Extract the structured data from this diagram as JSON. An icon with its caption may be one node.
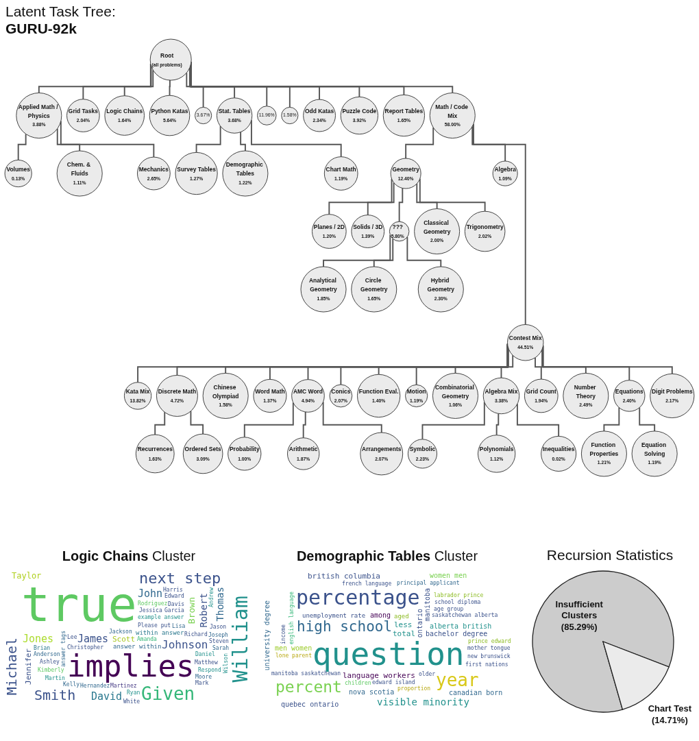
{
  "diagram": {
    "title": "Latent Task Tree: **GURU-92k**",
    "nodes": [
      {
        "text": [
          "Root",
          "(all problems)"
        ]
      },
      {
        "text": [
          "Applied Math / Physics",
          "3.88%"
        ]
      },
      {
        "text": [
          "Grid Tasks",
          "2.04%"
        ]
      },
      {
        "text": [
          "Logic Chains",
          "1.64%"
        ]
      },
      {
        "text": [
          "Python Katas",
          "5.64%"
        ]
      },
      {
        "text": [
          "3.67%"
        ]
      },
      {
        "text": [
          "Math / Code Mix",
          "58.00%"
        ]
      },
      {
        "text": [
          "11.96%"
        ]
      },
      {
        "text": [
          "1.58%"
        ]
      },
      {
        "text": [
          "Odd Katas",
          "2.34%"
        ]
      },
      {
        "text": [
          "Puzzle Code",
          "3.92%"
        ]
      },
      {
        "text": [
          "Report Tables",
          "1.65%"
        ]
      },
      {
        "text": [
          "Stat. Tables",
          "3.68%"
        ]
      },
      {
        "text": [
          "Volumes",
          "0.13%"
        ]
      },
      {
        "text": [
          "Chem. & Fluids",
          "1.11%"
        ]
      },
      {
        "text": [
          "Mechanics",
          "2.65%"
        ]
      },
      {
        "text": [
          "Survey Tables",
          "1.27%"
        ]
      },
      {
        "text": [
          "Demographic Tables",
          "1.22%"
        ]
      },
      {
        "text": [
          "Chart Math",
          "1.19%"
        ]
      },
      {
        "text": [
          "Geometry",
          "12.40%"
        ]
      },
      {
        "text": [
          "Algebra",
          "1.09%"
        ]
      },
      {
        "text": [
          "Planes / 2D",
          "1.20%"
        ]
      },
      {
        "text": [
          "Solids / 3D",
          "1.39%"
        ]
      },
      {
        "text": [
          "???",
          "5.80%"
        ]
      },
      {
        "text": [
          "Classical Geometry",
          "2.00%"
        ]
      },
      {
        "text": [
          "Trigonometry",
          "2.02%"
        ]
      },
      {
        "text": [
          "Analytical Geometry",
          "1.85%"
        ]
      },
      {
        "text": [
          "Circle Geometry",
          "1.65%"
        ]
      },
      {
        "text": [
          "Hybrid Geometry",
          "2.30%"
        ]
      },
      {
        "text": [
          "Contest Mix",
          "44.51%"
        ]
      },
      {
        "text": [
          "Kata Mix",
          "13.82%"
        ]
      },
      {
        "text": [
          "Discrete Math",
          "4.72%"
        ]
      },
      {
        "text": [
          "Chinese Olympiad",
          "1.58%"
        ]
      },
      {
        "text": [
          "Word Math",
          "1.37%"
        ]
      },
      {
        "text": [
          "AMC Word",
          "4.94%"
        ]
      },
      {
        "text": [
          "Conics",
          "2.07%"
        ]
      },
      {
        "text": [
          "Function Eval.",
          "1.40%"
        ]
      },
      {
        "text": [
          "Motion",
          "1.19%"
        ]
      },
      {
        "text": [
          "Combinatorial Geometry",
          "1.06%"
        ]
      },
      {
        "text": [
          "Algebra Mix",
          "3.38%"
        ]
      },
      {
        "text": [
          "Grid Count",
          "1.94%"
        ]
      },
      {
        "text": [
          "Number Theory",
          "2.49%"
        ]
      },
      {
        "text": [
          "Equations",
          "2.40%"
        ]
      },
      {
        "text": [
          "Digit Problems",
          "2.17%"
        ]
      },
      {
        "text": [
          "Recurrences",
          "1.63%"
        ]
      },
      {
        "text": [
          "Ordered Sets",
          "3.09%"
        ]
      },
      {
        "text": [
          "Probability",
          "1.00%"
        ]
      },
      {
        "text": [
          "Arithmetic",
          "1.87%"
        ]
      },
      {
        "text": [
          "Arrangements",
          "2.07%"
        ]
      },
      {
        "text": [
          "Symbolic",
          "2.23%"
        ]
      },
      {
        "text": [
          "Polynomials",
          "1.12%"
        ]
      },
      {
        "text": [
          "Inequalities",
          "0.02%"
        ]
      },
      {
        "text": [
          "Function Properties",
          "1.21%"
        ]
      },
      {
        "text": [
          "Equation Solving",
          "1.19%"
        ]
      }
    ],
    "edges": [
      {
        "from": 0,
        "to": 1,
        "arrow": "none"
      },
      {
        "from": 0,
        "to": 2,
        "arrow": "none"
      },
      {
        "from": 0,
        "to": 3,
        "arrow": "none"
      },
      {
        "from": 0,
        "to": 4,
        "arrow": "none"
      },
      {
        "from": 0,
        "to": 5,
        "arrow": "none"
      },
      {
        "from": 0,
        "to": 6,
        "arrow": "none"
      },
      {
        "from": 0,
        "to": 7,
        "arrow": "none"
      },
      {
        "from": 0,
        "to": 8,
        "arrow": "none"
      },
      {
        "from": 0,
        "to": 9,
        "arrow": "none"
      },
      {
        "from": 0,
        "to": 10,
        "arrow": "none"
      },
      {
        "from": 0,
        "to": 11,
        "arrow": "none"
      },
      {
        "from": 0,
        "to": 12,
        "arrow": "none"
      },
      {
        "from": 1,
        "to": 13,
        "arrow": "none"
      },
      {
        "from": 1,
        "to": 14,
        "arrow": "none"
      },
      {
        "from": 1,
        "to": 15,
        "arrow": "none"
      },
      {
        "from": 12,
        "to": 16,
        "arrow": "none"
      },
      {
        "from": 12,
        "to": 17,
        "arrow": "none"
      },
      {
        "from": 12,
        "to": 18,
        "arrow": "none"
      },
      {
        "from": 6,
        "to": 19,
        "arrow": "none"
      },
      {
        "from": 6,
        "to": 29,
        "arrow": "none"
      },
      {
        "from": 6,
        "to": 20,
        "arrow": "none"
      },
      {
        "from": 19,
        "to": 21,
        "arrow": "none"
      },
      {
        "from": 19,
        "to": 22,
        "arrow": "none"
      },
      {
        "from": 19,
        "to": 23,
        "arrow": "none"
      },
      {
        "from": 19,
        "to": 24,
        "arrow": "none"
      },
      {
        "from": 19,
        "to": 25,
        "arrow": "none"
      },
      {
        "from": 23,
        "to": 26,
        "arrow": "none"
      },
      {
        "from": 23,
        "to": 27,
        "arrow": "none"
      },
      {
        "from": 23,
        "to": 28,
        "arrow": "none"
      },
      {
        "from": 29,
        "to": 30,
        "arrow": "none"
      },
      {
        "from": 29,
        "to": 31,
        "arrow": "none"
      },
      {
        "from": 29,
        "to": 32,
        "arrow": "none"
      },
      {
        "from": 29,
        "to": 33,
        "arrow": "none"
      },
      {
        "from": 29,
        "to": 34,
        "arrow": "none"
      },
      {
        "from": 29,
        "to": 35,
        "arrow": "none"
      },
      {
        "from": 29,
        "to": 36,
        "arrow": "none"
      },
      {
        "from": 29,
        "to": 37,
        "arrow": "none"
      },
      {
        "from": 29,
        "to": 38,
        "arrow": "none"
      },
      {
        "from": 29,
        "to": 39,
        "arrow": "none"
      },
      {
        "from": 29,
        "to": 40,
        "arrow": "none"
      },
      {
        "from": 29,
        "to": 41,
        "arrow": "none"
      },
      {
        "from": 29,
        "to": 42,
        "arrow": "none"
      },
      {
        "from": 29,
        "to": 43,
        "arrow": "none"
      },
      {
        "from": 31,
        "to": 44,
        "arrow": "none"
      },
      {
        "from": 31,
        "to": 45,
        "arrow": "none"
      },
      {
        "from": 34,
        "to": 46,
        "arrow": "none"
      },
      {
        "from": 34,
        "to": 47,
        "arrow": "none"
      },
      {
        "from": 34,
        "to": 48,
        "arrow": "none"
      },
      {
        "from": 39,
        "to": 49,
        "arrow": "none"
      },
      {
        "from": 39,
        "to": 50,
        "arrow": "none"
      },
      {
        "from": 39,
        "to": 51,
        "arrow": "none"
      },
      {
        "from": 42,
        "to": 52,
        "arrow": "none"
      },
      {
        "from": 42,
        "to": 53,
        "arrow": "none"
      }
    ],
    "labels": [
      "**Logic Chains** Cluster",
      "true",
      "implies",
      "William",
      "Given",
      "next step",
      "Michael",
      "Smith",
      "Johnson",
      "Jones",
      "James",
      "John",
      "David",
      "Robert",
      "Thomas",
      "Brown",
      "Taylor",
      "Jennifer",
      "Scott",
      "answer within",
      "Please put",
      "within answer",
      "answer tags",
      "Christopher",
      "example answer",
      "Jackson",
      "Amanda",
      "Jessica",
      "Rodriguez",
      "Richard",
      "Martinez",
      "Garcia",
      "Daniel",
      "Hernandez",
      "Anderson",
      "Matthew",
      "Ashley",
      "Kimberly",
      "Joseph",
      "Steven",
      "Davis",
      "Brian",
      "Edward",
      "Respond",
      "Martin",
      "Lisa",
      "Jason",
      "Lee",
      "Sarah",
      "Ryan",
      "Kelly",
      "Moore",
      "Harris",
      "White",
      "Mark",
      "Wilson",
      "Andrew",
      "**Demographic Tables** Cluster",
      "question",
      "percentage",
      "high school",
      "percent",
      "year",
      "visible minority",
      "british columbia",
      "language workers",
      "university degree",
      "canadian born",
      "nova scotia",
      "quebec ontario",
      "women men",
      "men women",
      "alberta british",
      "bachelor degree",
      "total",
      "less",
      "unemployment rate",
      "ontario",
      "manitoba",
      "among",
      "aged",
      "edward island",
      "saskatchewan alberta",
      "manitoba saskatchewan",
      "age group",
      "proportion",
      "school diploma",
      "prince edward",
      "english language",
      "mother tongue",
      "french language",
      "children",
      "principal applicant",
      "labrador prince",
      "lone parent",
      "new brunswick",
      "older",
      "income",
      "first nations"
    ],
    "chart_data": {
      "type": "pie",
      "title": "Recursion Statistics",
      "categories": [
        "Insufficient Clusters",
        "Chart Test"
      ],
      "values": [
        85.29,
        14.71
      ],
      "value_labels": [
        "(85.29%)",
        "(14.71%)"
      ]
    }
  }
}
